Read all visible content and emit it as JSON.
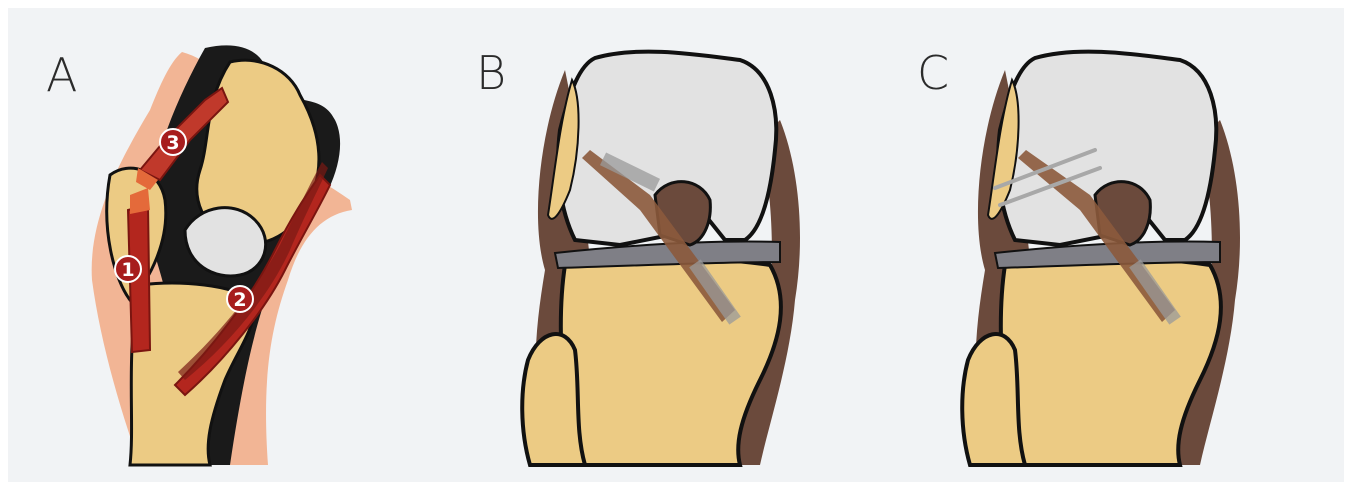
{
  "panels": [
    {
      "label": "A"
    },
    {
      "label": "B"
    },
    {
      "label": "C"
    }
  ],
  "markers": [
    "1",
    "2",
    "3"
  ],
  "colors": {
    "background": "#f1f3f5",
    "bone": "#eccb84",
    "skin": "#f2b595",
    "femur_cartilage": "#e2e2e2",
    "outline": "#111111",
    "graft": "#8c5a3c",
    "ligament_red": "#b3261e",
    "meniscus": "#7f7f86",
    "soft_tissue": "#6b4a3c"
  }
}
